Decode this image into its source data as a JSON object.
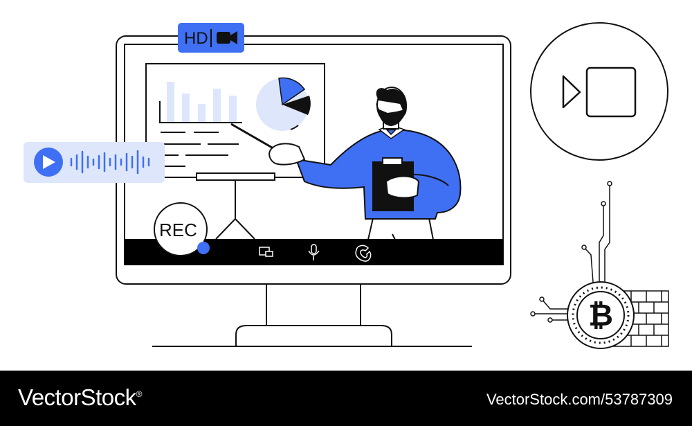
{
  "colors": {
    "accent": "#3f6ff2",
    "accent_light": "#dde6fb",
    "ink": "#111111",
    "background": "#ffffff"
  },
  "hd_badge": {
    "label": "HD",
    "icon": "video-camera-icon"
  },
  "rec_badge": {
    "label": "REC",
    "dot": "#3f6ff2"
  },
  "audio_chip": {
    "play_icon": "play-icon",
    "waveform_icon": "waveform-icon"
  },
  "call_toolbar": {
    "icons": [
      "screen-share-icon",
      "microphone-icon",
      "phone-icon"
    ]
  },
  "side_icons": {
    "media": "play-frame-icon",
    "coin": "bitcoin-icon",
    "coin_symbol": "₿",
    "circuit": "circuit-icon"
  },
  "footer": {
    "brand": "VectorStock",
    "brand_mark": "®",
    "url": "VectorStock.com/53787309"
  }
}
